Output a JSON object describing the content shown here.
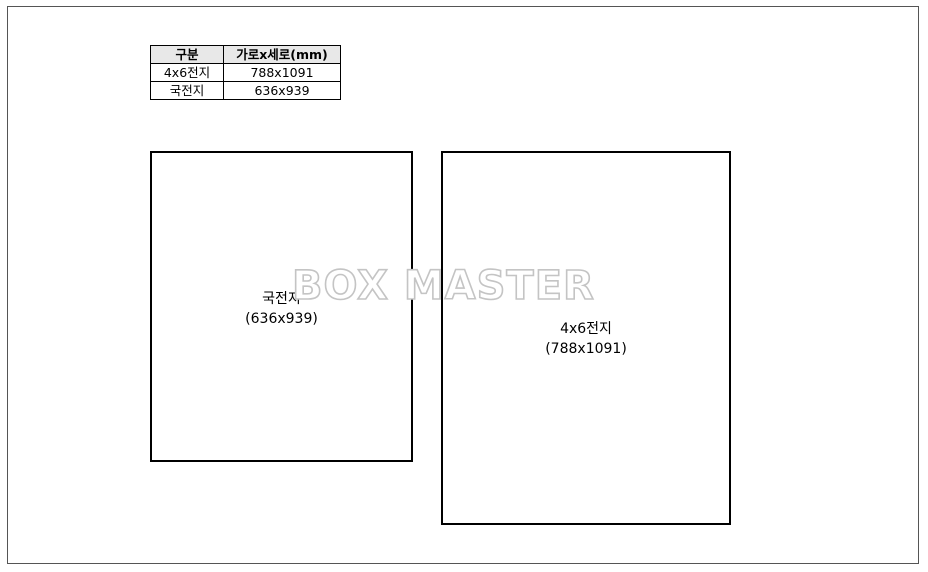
{
  "table": {
    "headers": [
      "구분",
      "가로x세로(mm)"
    ],
    "rows": [
      [
        "4x6전지",
        "788x1091"
      ],
      [
        "국전지",
        "636x939"
      ]
    ]
  },
  "sheets": {
    "guk": {
      "name": "국전지",
      "size": "(636x939)"
    },
    "four_six": {
      "name": "4x6전지",
      "size": "(788x1091)"
    }
  },
  "watermark": {
    "logo_text": "BOX MASTER"
  },
  "colors": {
    "border": "#000000",
    "header_bg": "#e8e8e8",
    "watermark": "#c4c4c4"
  }
}
